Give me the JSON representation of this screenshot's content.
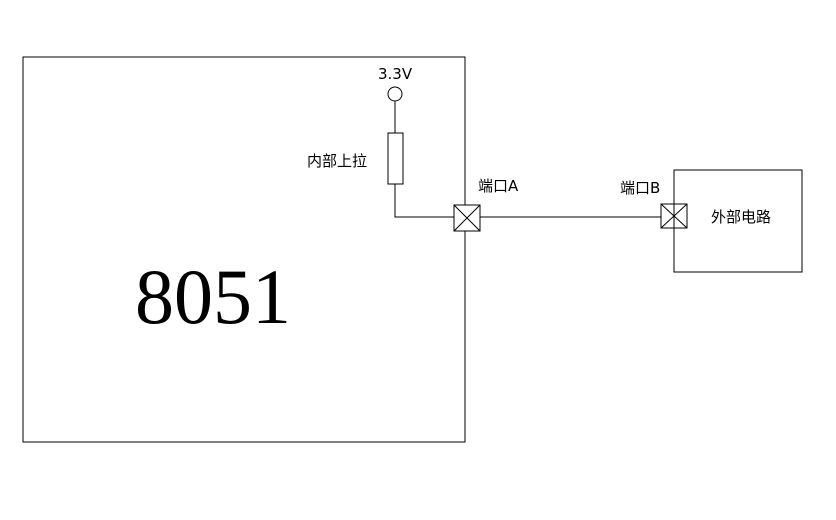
{
  "diagram": {
    "chip_label": "8051",
    "supply_label": "3.3V",
    "pullup_label": "内部上拉",
    "port_a_label": "端口A",
    "port_b_label": "端口B",
    "external_label": "外部电路"
  },
  "colors": {
    "stroke": "#000000",
    "background": "#ffffff"
  }
}
